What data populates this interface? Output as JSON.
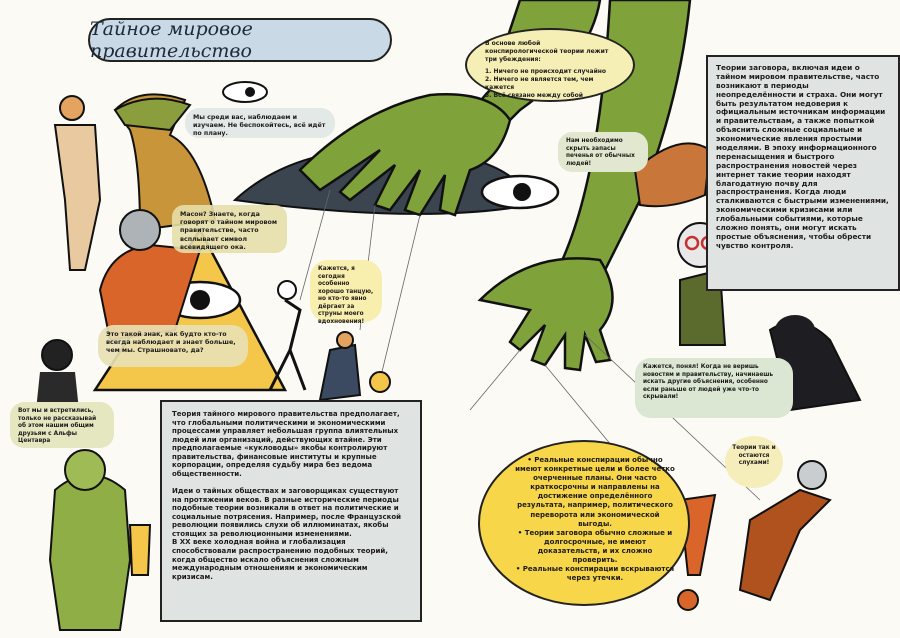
{
  "title": "Тайное мировое правительство",
  "beliefs": {
    "intro": "В основе любой конспирологической теории лежит три убеждения:",
    "items": [
      "1. Ничего не происходит случайно",
      "2. Ничего не является тем, чем кажется",
      "3. Всё связано между собой"
    ]
  },
  "right_text": "Теории заговора, включая идеи о тайном мировом правительстве, часто возникают в периоды неопределённости и страха. Они могут быть результатом недоверия к официальным источникам информации и правительствам, а также попыткой объяснить сложные социальные и экономические явления простыми моделями. В эпоху информационного перенасыщения и быстрого распространения новостей через интернет такие теории находят благодатную почву для распространения. Когда люди сталкиваются с быстрыми изменениями, экономическими кризисами или глобальными событиями, которые сложно понять, они могут искать простые объяснения, чтобы обрести чувство контроля.",
  "main_text": {
    "p1": "Теория тайного мирового правительства предполагает, что глобальными политическими и экономическими процессами управляет небольшая группа влиятельных людей или организаций, действующих втайне. Эти предполагаемые «кукловоды» якобы контролируют правительства, финансовые институты и крупные корпорации, определяя судьбу мира без ведома общественности.",
    "p2": "Идеи о тайных обществах и заговорщиках существуют на протяжении веков. В разные исторические периоды подобные теории возникали в ответ на политические и социальные потрясения. Например, после Французской революции появились слухи об иллюминатах, якобы стоящих за революционными изменениями.",
    "p3": "В XX веке холодная война и глобализация способствовали распространению подобных теорий, когда общество искало объяснения сложным международным отношениям и экономическим кризисам."
  },
  "comparison": [
    "• Реальные конспирации обычно имеют конкретные цели и более чётко очерченные планы. Они часто краткосрочны и направлены на достижение определённого результата, например, политического переворота или экономической выгоды.",
    "• Теории заговора обычно сложные и долгосрочные, не имеют доказательств, и их сложно проверить.",
    "• Реальные конспирации вскрываются через утечки."
  ],
  "bubbles": {
    "reptile": "Мы среди вас, наблюдаем и изучаем. Не беспокойтесь, всё идёт по плану.",
    "masons": "Масон? Знаете, когда говорят о тайном мировом правительстве, часто всплывает символ всевидящего ока.",
    "dancer": "Кажется, я сегодня особенно хорошо танцую, но кто-то явно дёргает за струны моего вдохновения!",
    "eye_sign": "Это такой знак, как будто кто-то всегда наблюдает и знает больше, чем мы. Страшновато, да?",
    "aliens": "Вот мы и встретились, только не рассказывай об этом нашим общим друзьям с Альфы Центавра",
    "liver": "Нам необходимо скрыть запасы печенья от обычных людей!",
    "understood": "Кажется, понял! Когда не веришь новостям и правительству, начинаешь искать другие объяснения, особенно если раньше от людей уже что-то скрывали!",
    "rumors": "Теории так и остаются слухами!"
  },
  "colors": {
    "green": "#7fa33a",
    "yellow": "#f7d64a",
    "orange": "#d9652a",
    "box": "#dfe4e3",
    "title_bg": "#c9d9e6"
  }
}
